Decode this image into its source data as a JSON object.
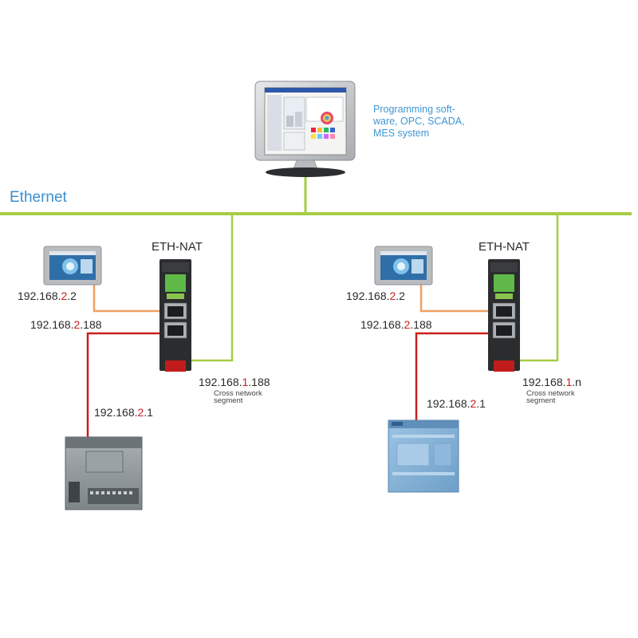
{
  "network_label": "Ethernet",
  "system_text": [
    "Programming soft-",
    "ware, OPC, SCADA,",
    "MES system"
  ],
  "left": {
    "gateway_name": "ETH-NAT",
    "hmi_ip": {
      "a": "192.168.",
      "b": "2",
      "c": ".2"
    },
    "gateway_lan_ip": {
      "a": "192.168.",
      "b": "2",
      "c": ".188"
    },
    "gateway_wan_ip": {
      "a": "192.168.",
      "b": "1",
      "c": ".188"
    },
    "plc_ip": {
      "a": "192.168.",
      "b": "2",
      "c": ".1"
    },
    "note": [
      "Cross network",
      "segment"
    ]
  },
  "right": {
    "gateway_name": "ETH-NAT",
    "hmi_ip": {
      "a": "192.168.",
      "b": "2",
      "c": ".2"
    },
    "gateway_lan_ip": {
      "a": "192.168.",
      "b": "2",
      "c": ".188"
    },
    "gateway_wan_ip": {
      "a": "192.168.",
      "b": "1",
      "c": ".n"
    },
    "plc_ip": {
      "a": "192.168.",
      "b": "2",
      "c": ".1"
    },
    "note": [
      "Cross network",
      "segment"
    ]
  },
  "colors": {
    "ethernet_line": "#a6cc45",
    "hmi_cable": "#f0a060",
    "plc_cable": "#c8201e",
    "highlight_digit": "#c8201e",
    "label_blue": "#3b8fd0"
  }
}
